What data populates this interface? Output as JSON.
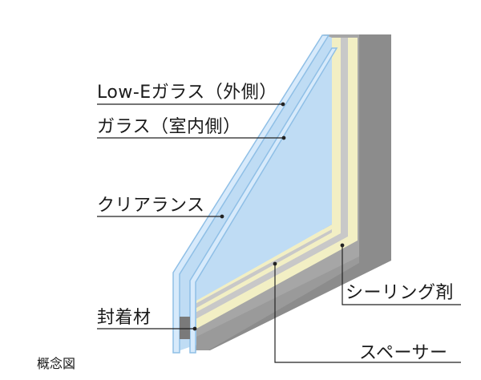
{
  "labels": {
    "low_e_glass": "Low-Eガラス（外側）",
    "glass_inner": "ガラス（室内側）",
    "clearance": "クリアランス",
    "sealant": "封着材",
    "sealing_agent": "シーリング剤",
    "spacer": "スペーサー",
    "caption": "概念図"
  },
  "colors": {
    "frame_dark": "#8c8c8c",
    "frame_mid": "#a6a6a6",
    "frame_light": "#c8c8c8",
    "sealing_band": "#f2efc4",
    "glass_fill": "#bfdcf4",
    "glass_edge": "#8fbfe6",
    "leader": "#222222"
  }
}
